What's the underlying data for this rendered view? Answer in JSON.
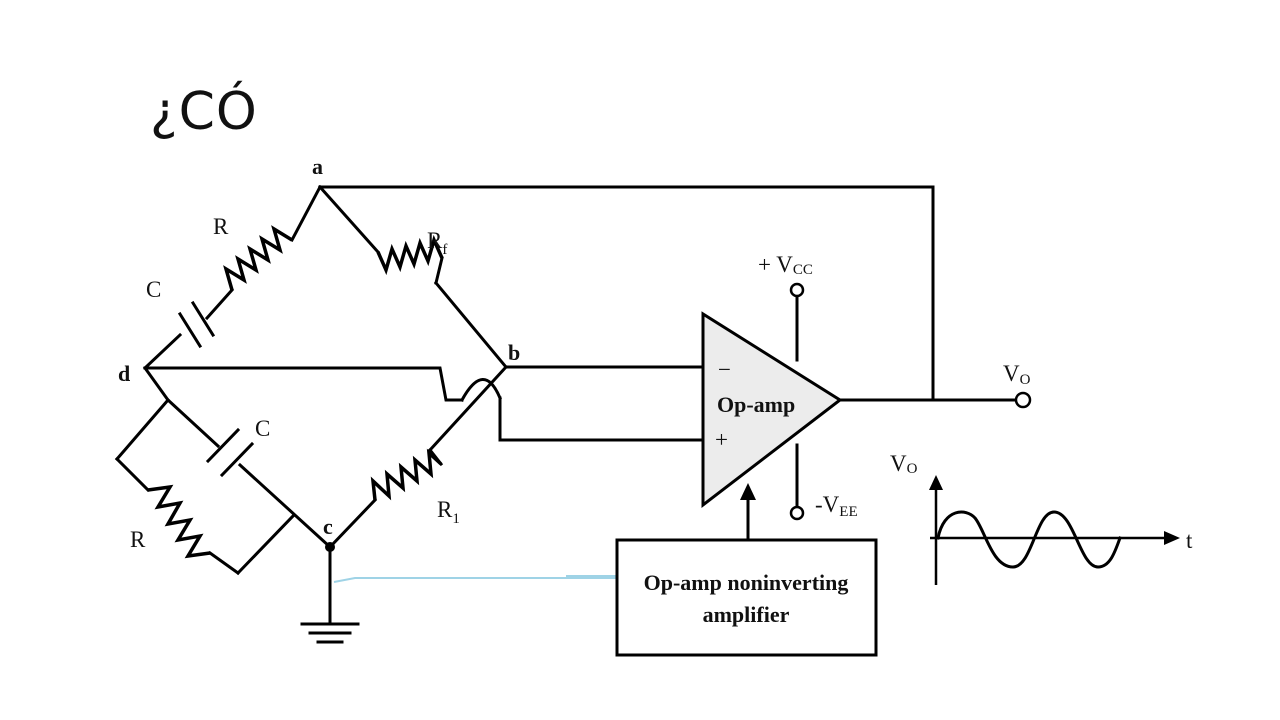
{
  "heading": "¿CÓ",
  "nodes": {
    "a": "a",
    "b": "b",
    "c": "c",
    "d": "d"
  },
  "components": {
    "r_top": "R",
    "c_top": "C",
    "rf_main": "R",
    "rf_sub": "f",
    "c_bottom": "C",
    "r_bottom": "R",
    "r1_main": "R",
    "r1_sub": "1"
  },
  "opamp": {
    "label": "Op-amp",
    "minus": "−",
    "plus": "+",
    "vcc_prefix": "+ V",
    "vcc_sub": "CC",
    "vee_prefix": "-V",
    "vee_sub": "EE",
    "output_main": "V",
    "output_sub": "O"
  },
  "amplifier_box": {
    "line1": "Op-amp noninverting",
    "line2": "amplifier"
  },
  "waveform": {
    "y_main": "V",
    "y_sub": "O",
    "x_label": "t"
  },
  "colors": {
    "ink": "#000000",
    "amp_fill": "#ececec",
    "guide_line": "#9fd3e6"
  }
}
